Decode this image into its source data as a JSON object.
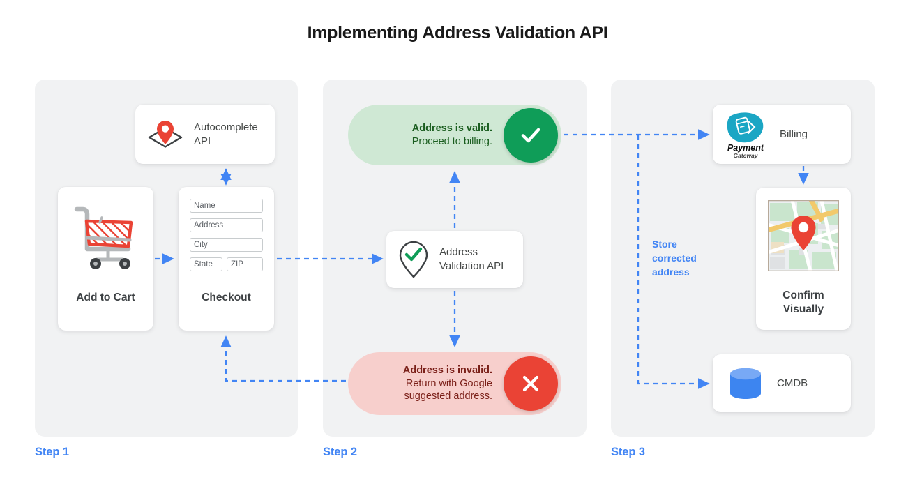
{
  "title": "Implementing Address Validation API",
  "colors": {
    "accent_blue": "#4285f4",
    "panel_bg": "#f1f2f3",
    "valid_pill_bg": "#cfe8d4",
    "valid_badge": "#0f9d58",
    "invalid_pill_bg": "#f7cfcc",
    "invalid_badge": "#ea4335",
    "cart_red": "#ea4335",
    "cmdb_blue": "#4285f4",
    "payment_teal": "#1ba6c4"
  },
  "steps": [
    {
      "label": "Step 1"
    },
    {
      "label": "Step 2"
    },
    {
      "label": "Step 3"
    }
  ],
  "step1": {
    "autocomplete": {
      "label": "Autocomplete\nAPI",
      "icon": "map-pin-diamond-icon"
    },
    "add_to_cart": {
      "label": "Add to Cart",
      "icon": "shopping-cart-icon"
    },
    "checkout": {
      "label": "Checkout",
      "fields": [
        {
          "name": "name-field",
          "placeholder": "Name"
        },
        {
          "name": "address-field",
          "placeholder": "Address"
        },
        {
          "name": "city-field",
          "placeholder": "City"
        },
        {
          "name": "state-field",
          "placeholder": "State"
        },
        {
          "name": "zip-field",
          "placeholder": "ZIP"
        }
      ]
    }
  },
  "step2": {
    "valid": {
      "headline": "Address is valid.",
      "detail": "Proceed to billing.",
      "badge_icon": "check-icon"
    },
    "invalid": {
      "headline": "Address is invalid.",
      "detail": "Return with Google\nsuggested address.",
      "badge_icon": "close-icon"
    },
    "validation_api": {
      "label": "Address\nValidation API",
      "icon": "pin-check-icon"
    }
  },
  "step3": {
    "billing": {
      "label": "Billing",
      "logo_primary": "Payment",
      "logo_secondary": "Gateway",
      "icon": "payment-gateway-logo"
    },
    "confirm": {
      "label": "Confirm\nVisually",
      "icon": "map-thumbnail-icon"
    },
    "cmdb": {
      "label": "CMDB",
      "icon": "database-icon"
    },
    "store_note": "Store\ncorrected\naddress"
  }
}
